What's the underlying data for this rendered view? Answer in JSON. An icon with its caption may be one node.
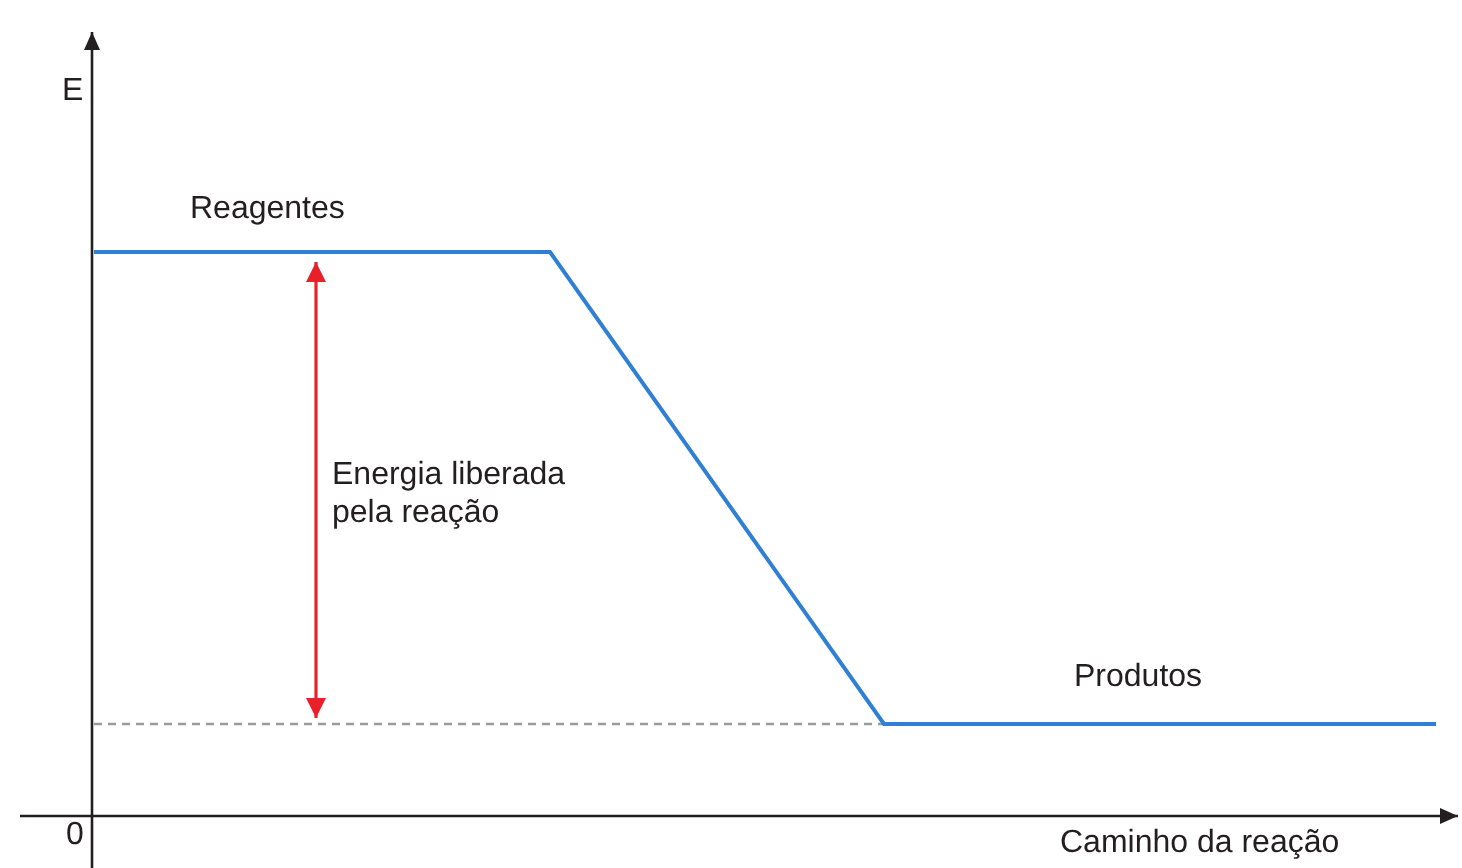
{
  "diagram": {
    "labels": [
      "E",
      "Reagentes",
      "Energia liberada pela reação",
      "Produtos",
      "0",
      "Caminho da reação"
    ]
  }
}
